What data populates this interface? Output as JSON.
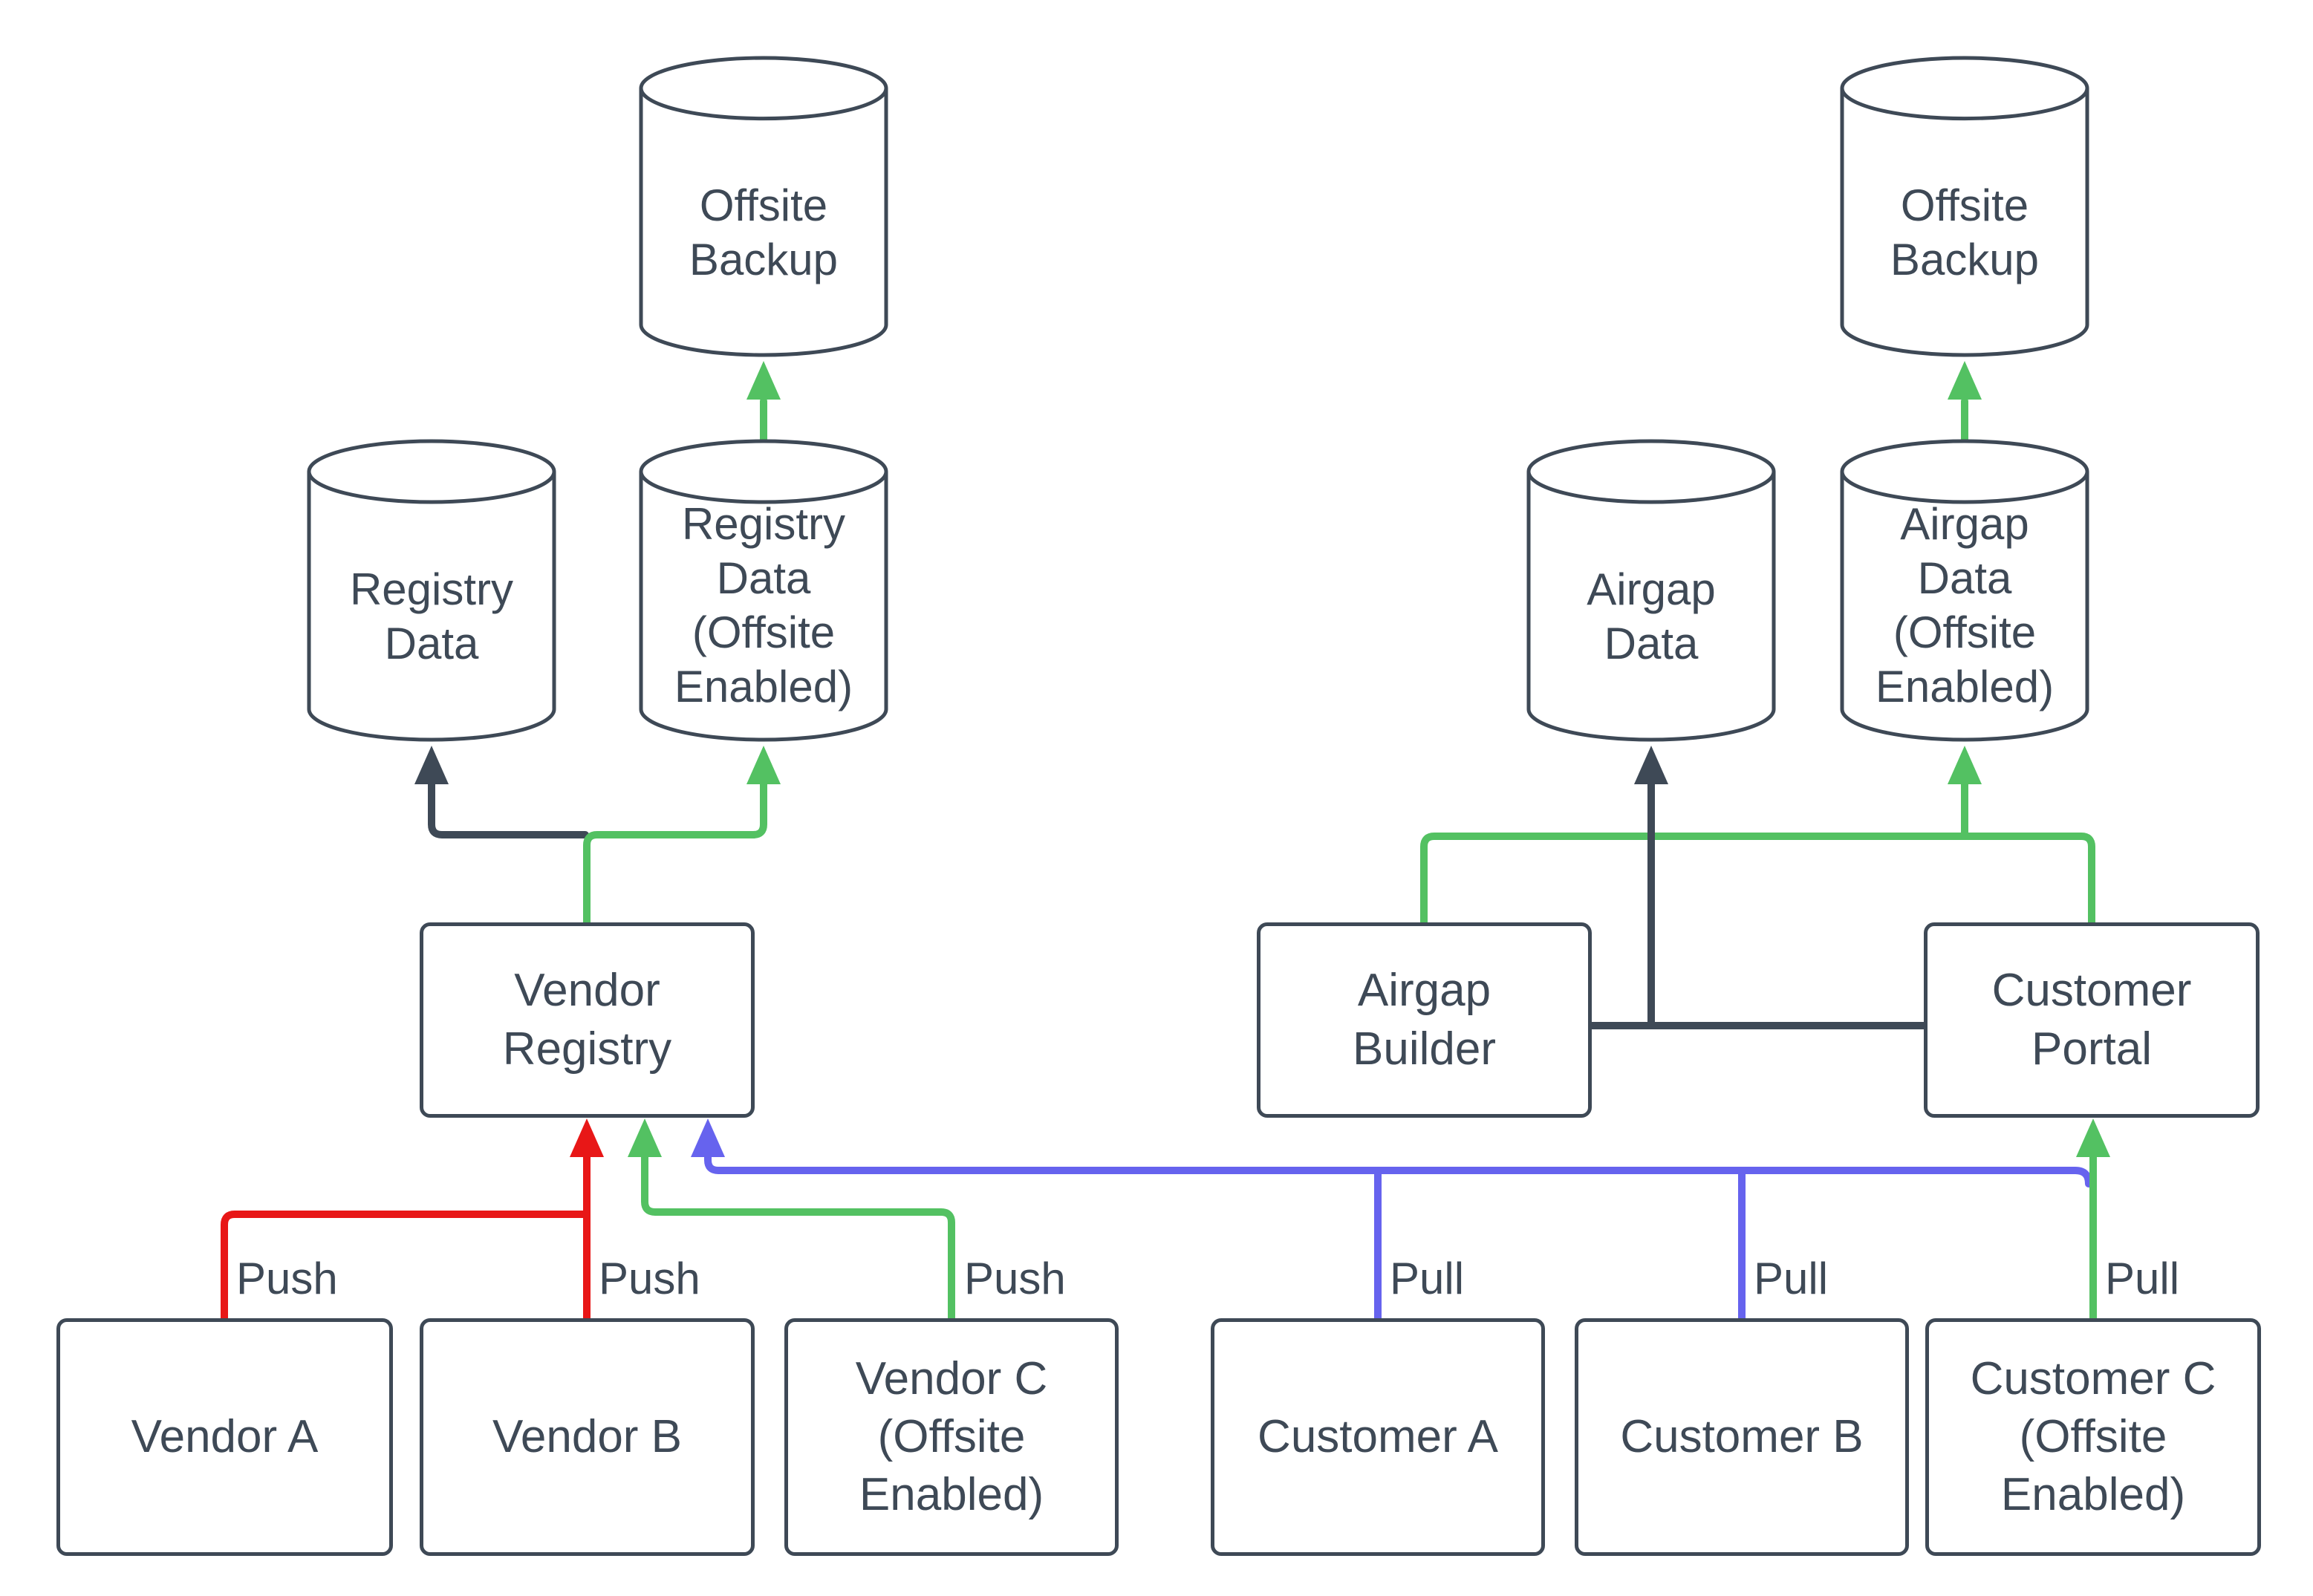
{
  "colors": {
    "outline": "#3e4956",
    "text": "#3e4956",
    "push": "#e81717",
    "offsite": "#53c162",
    "pull": "#6663ee"
  },
  "nodes": {
    "offsite_backup_left": {
      "label": "Offsite Backup"
    },
    "registry_data": {
      "label": "Registry Data"
    },
    "registry_data_offsite": {
      "label": "Registry Data (Offsite Enabled)"
    },
    "vendor_registry": {
      "label": "Vendor Registry"
    },
    "vendor_a": {
      "label": "Vendor A"
    },
    "vendor_b": {
      "label": "Vendor B"
    },
    "vendor_c": {
      "label": "Vendor C (Offsite Enabled)"
    },
    "offsite_backup_right": {
      "label": "Offsite Backup"
    },
    "airgap_data": {
      "label": "Airgap Data"
    },
    "airgap_data_offsite": {
      "label": "Airgap Data (Offsite Enabled)"
    },
    "airgap_builder": {
      "label": "Airgap Builder"
    },
    "customer_portal": {
      "label": "Customer Portal"
    },
    "customer_a": {
      "label": "Customer A"
    },
    "customer_b": {
      "label": "Customer B"
    },
    "customer_c": {
      "label": "Customer C (Offsite Enabled)"
    }
  },
  "edge_labels": {
    "push_vendor_a": "Push",
    "push_vendor_b": "Push",
    "push_vendor_c": "Push",
    "pull_customer_a": "Pull",
    "pull_customer_b": "Pull",
    "pull_customer_c": "Pull"
  }
}
